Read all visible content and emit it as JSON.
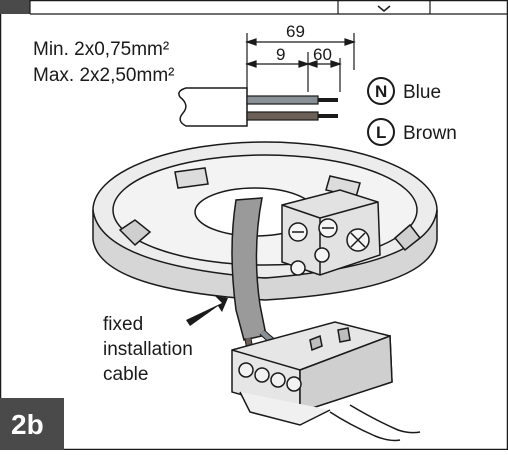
{
  "step_label": "2b",
  "wire_spec": {
    "min": "Min.  2x0,75mm²",
    "max": "Max. 2x2,50mm²"
  },
  "dimensions": {
    "total": "69",
    "sheath": "9",
    "strip": "60"
  },
  "terminals": [
    {
      "letter": "N",
      "label": "Blue",
      "color": "#7f868c"
    },
    {
      "letter": "L",
      "label": "Brown",
      "color": "#6b5f57"
    }
  ],
  "cable_callout": [
    "fixed",
    "installation",
    "cable"
  ],
  "colors": {
    "badge": "#4a4a4a",
    "line": "#1a1a1a",
    "body": "#e9e9e9",
    "shade": "#c9c9c9",
    "cable": "#9a9a9a"
  }
}
